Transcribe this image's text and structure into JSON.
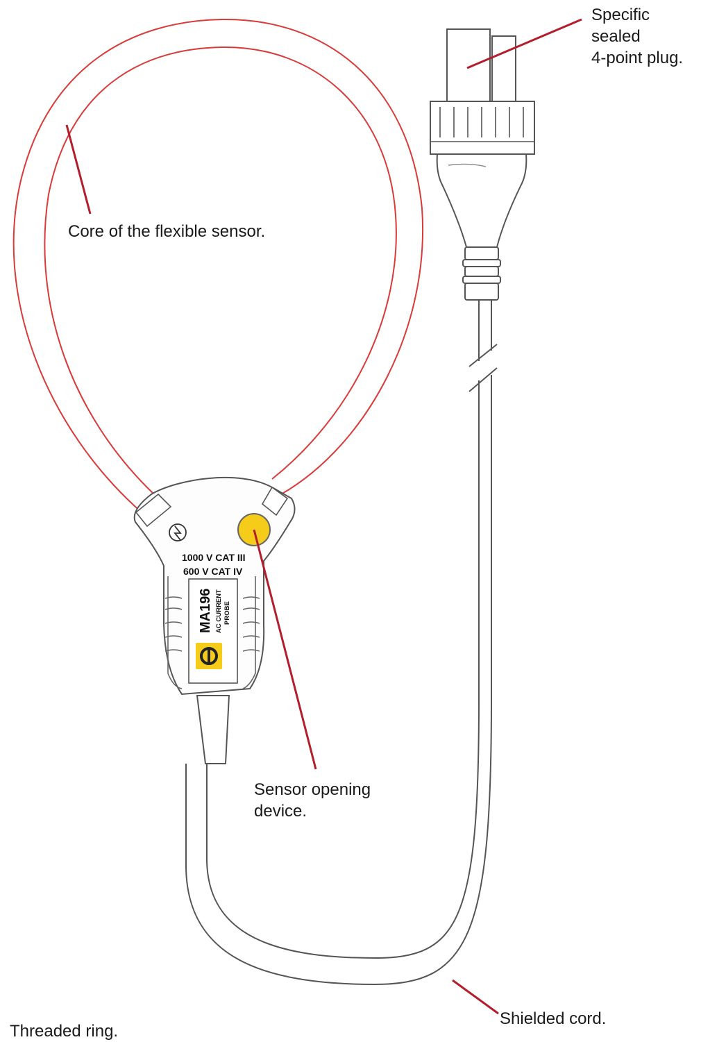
{
  "labels": {
    "plug": [
      "Specific",
      "sealed",
      "4-point plug."
    ],
    "core": "Core of the flexible sensor.",
    "opening": [
      "Sensor opening",
      "device."
    ],
    "cord": "Shielded cord.",
    "ring": "Threaded ring."
  },
  "probe": {
    "rating_line1": "1000 V CAT III",
    "rating_line2": "600 V CAT IV",
    "model": "MA196",
    "type_line1": "AC CURRENT",
    "type_line2": "PROBE"
  },
  "colors": {
    "sensor_core": "#d93a3a",
    "leader": "#b21e2b",
    "opening_button": "#f5cc1a",
    "logo_bg": "#f5cc1a",
    "outline": "#555555"
  }
}
